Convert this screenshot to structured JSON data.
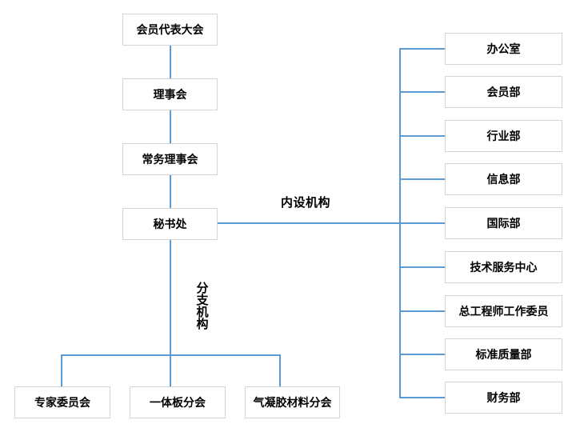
{
  "org": {
    "governance_chain": [
      "会员代表大会",
      "理事会",
      "常务理事会",
      "秘书处"
    ],
    "labels": {
      "internal": "内设机构",
      "branch": "分支机构"
    },
    "internal_departments": [
      "办公室",
      "会员部",
      "行业部",
      "信息部",
      "国际部",
      "技术服务中心",
      "总工程师工作委员",
      "标准质量部",
      "财务部"
    ],
    "branches": [
      "专家委员会",
      "一体板分会",
      "气凝胶材料分会"
    ]
  },
  "colors": {
    "line": "#5B9BD5",
    "box_border": "#D4D4D4",
    "box_fill": "#FFFFFF",
    "text": "#000000",
    "background": "#FFFFFF"
  }
}
